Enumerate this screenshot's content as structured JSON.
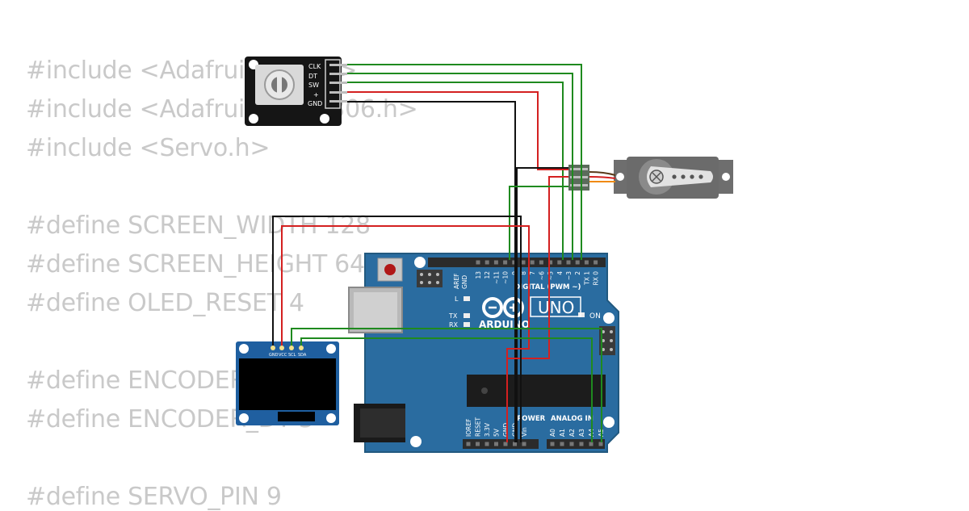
{
  "code_lines": [
    "#include <Adafruit_GFX.h>",
    "#include <Adafruit_SSD1306.h>",
    "#include <Servo.h>",
    "",
    "#define SCREEN_WIDTH 128",
    "#define SCREEN_HEIGHT 64",
    "#define OLED_RESET 4",
    "",
    "#define ENCODER_CLK 2",
    "#define ENCODER_DT 3",
    "",
    "#define SERVO_PIN 9"
  ],
  "encoder": {
    "pins": [
      "CLK",
      "DT",
      "SW",
      "+",
      "GND"
    ]
  },
  "oled": {
    "pins": [
      "GND",
      "VCC",
      "SCL",
      "SDA"
    ]
  },
  "arduino": {
    "brand": "ARDUINO",
    "model": "UNO",
    "on_label": "ON",
    "l_label": "L",
    "tx_label": "TX",
    "rx_label": "RX",
    "digital_label": "DIGITAL (PWM ~)",
    "power_label": "POWER",
    "analog_label": "ANALOG IN",
    "aref": "AREF",
    "gnd": "GND",
    "digital_pins": [
      "13",
      "12",
      "~11",
      "~10",
      "~9",
      "8",
      "7",
      "~6",
      "~5",
      "4",
      "~3",
      "2",
      "TX 1",
      "RX 0"
    ],
    "power_pins": [
      "IOREF",
      "RESET",
      "3.3V",
      "5V",
      "GND",
      "GND",
      "Vin"
    ],
    "analog_pins": [
      "A0",
      "A1",
      "A2",
      "A3",
      "A4",
      "A5"
    ]
  },
  "colors": {
    "wire_green": "#1f8a1f",
    "wire_red": "#d42020",
    "wire_black": "#111111",
    "board_blue": "#2a6ca0",
    "code_text": "#c9c9c9"
  }
}
